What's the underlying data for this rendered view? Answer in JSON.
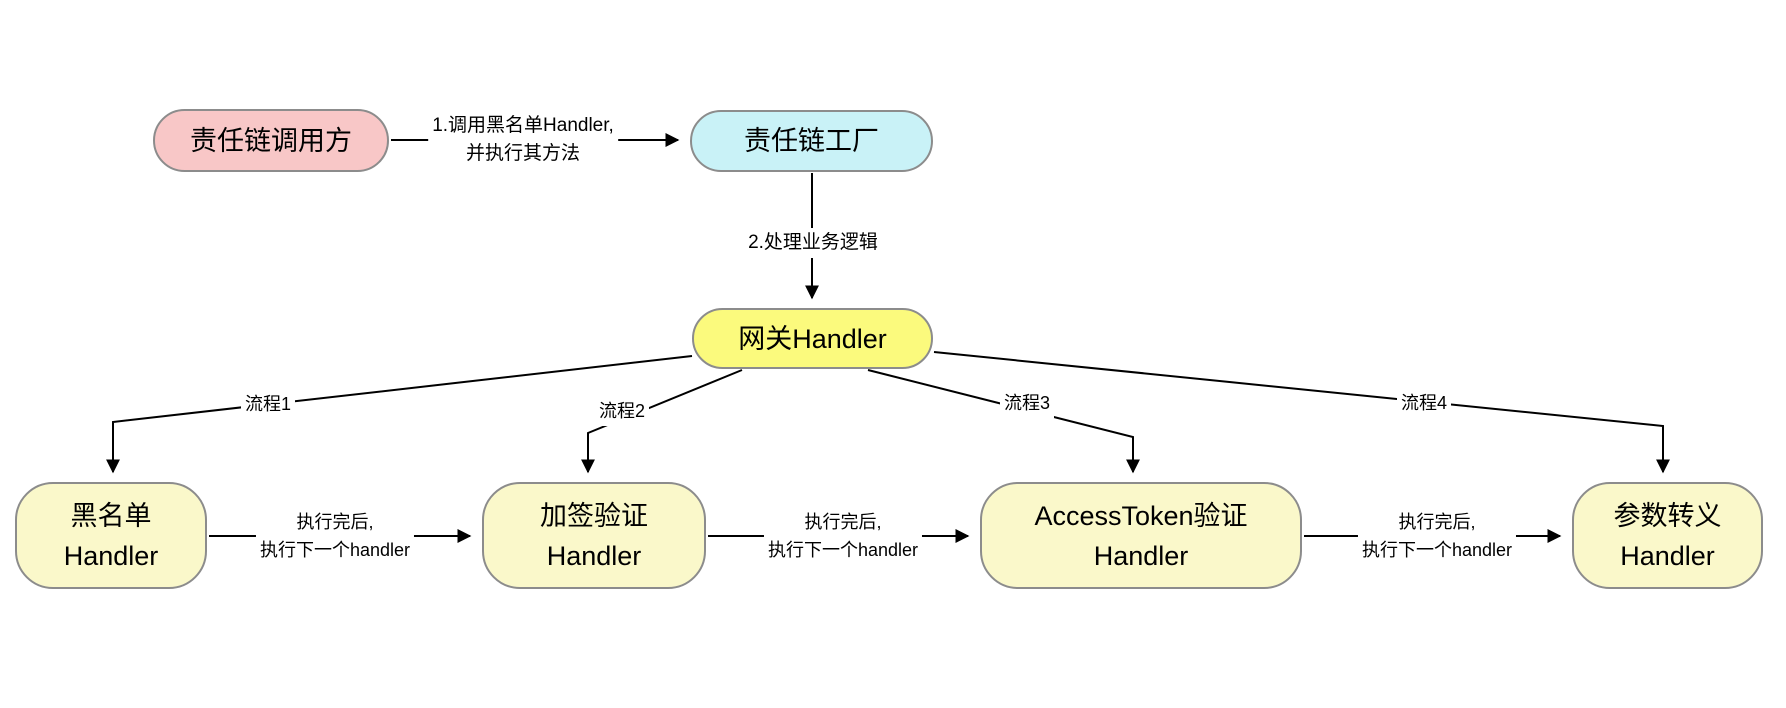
{
  "colors": {
    "background": "#ffffff",
    "node_border": "#8c8c8c",
    "line": "#000000",
    "caller_fill": "#f8c7c7",
    "factory_fill": "#c9f2f7",
    "gateway_fill": "#fbfa7d",
    "handler_fill": "#faf8ca"
  },
  "nodes": {
    "caller": {
      "label": "责任链调用方",
      "fill": "#f8c7c7"
    },
    "factory": {
      "label": "责任链工厂",
      "fill": "#c9f2f7"
    },
    "gateway": {
      "label": "网关Handler",
      "fill": "#fbfa7d"
    },
    "blacklist": {
      "line1": "黑名单",
      "line2": "Handler",
      "fill": "#faf8ca"
    },
    "signature": {
      "line1": "加签验证",
      "line2": "Handler",
      "fill": "#faf8ca"
    },
    "accesstoken": {
      "line1": "AccessToken验证",
      "line2": "Handler",
      "fill": "#faf8ca"
    },
    "paramescape": {
      "line1": "参数转义",
      "line2": "Handler",
      "fill": "#faf8ca"
    }
  },
  "edges": {
    "call": {
      "line1": "1.调用黑名单Handler,",
      "line2": "并执行其方法"
    },
    "process": {
      "label": "2.处理业务逻辑"
    },
    "flow1": {
      "label": "流程1"
    },
    "flow2": {
      "label": "流程2"
    },
    "flow3": {
      "label": "流程3"
    },
    "flow4": {
      "label": "流程4"
    },
    "next_labels": [
      {
        "line1": "执行完后,",
        "line2": "执行下一个handler"
      },
      {
        "line1": "执行完后,",
        "line2": "执行下一个handler"
      },
      {
        "line1": "执行完后,",
        "line2": "执行下一个handler"
      }
    ]
  }
}
